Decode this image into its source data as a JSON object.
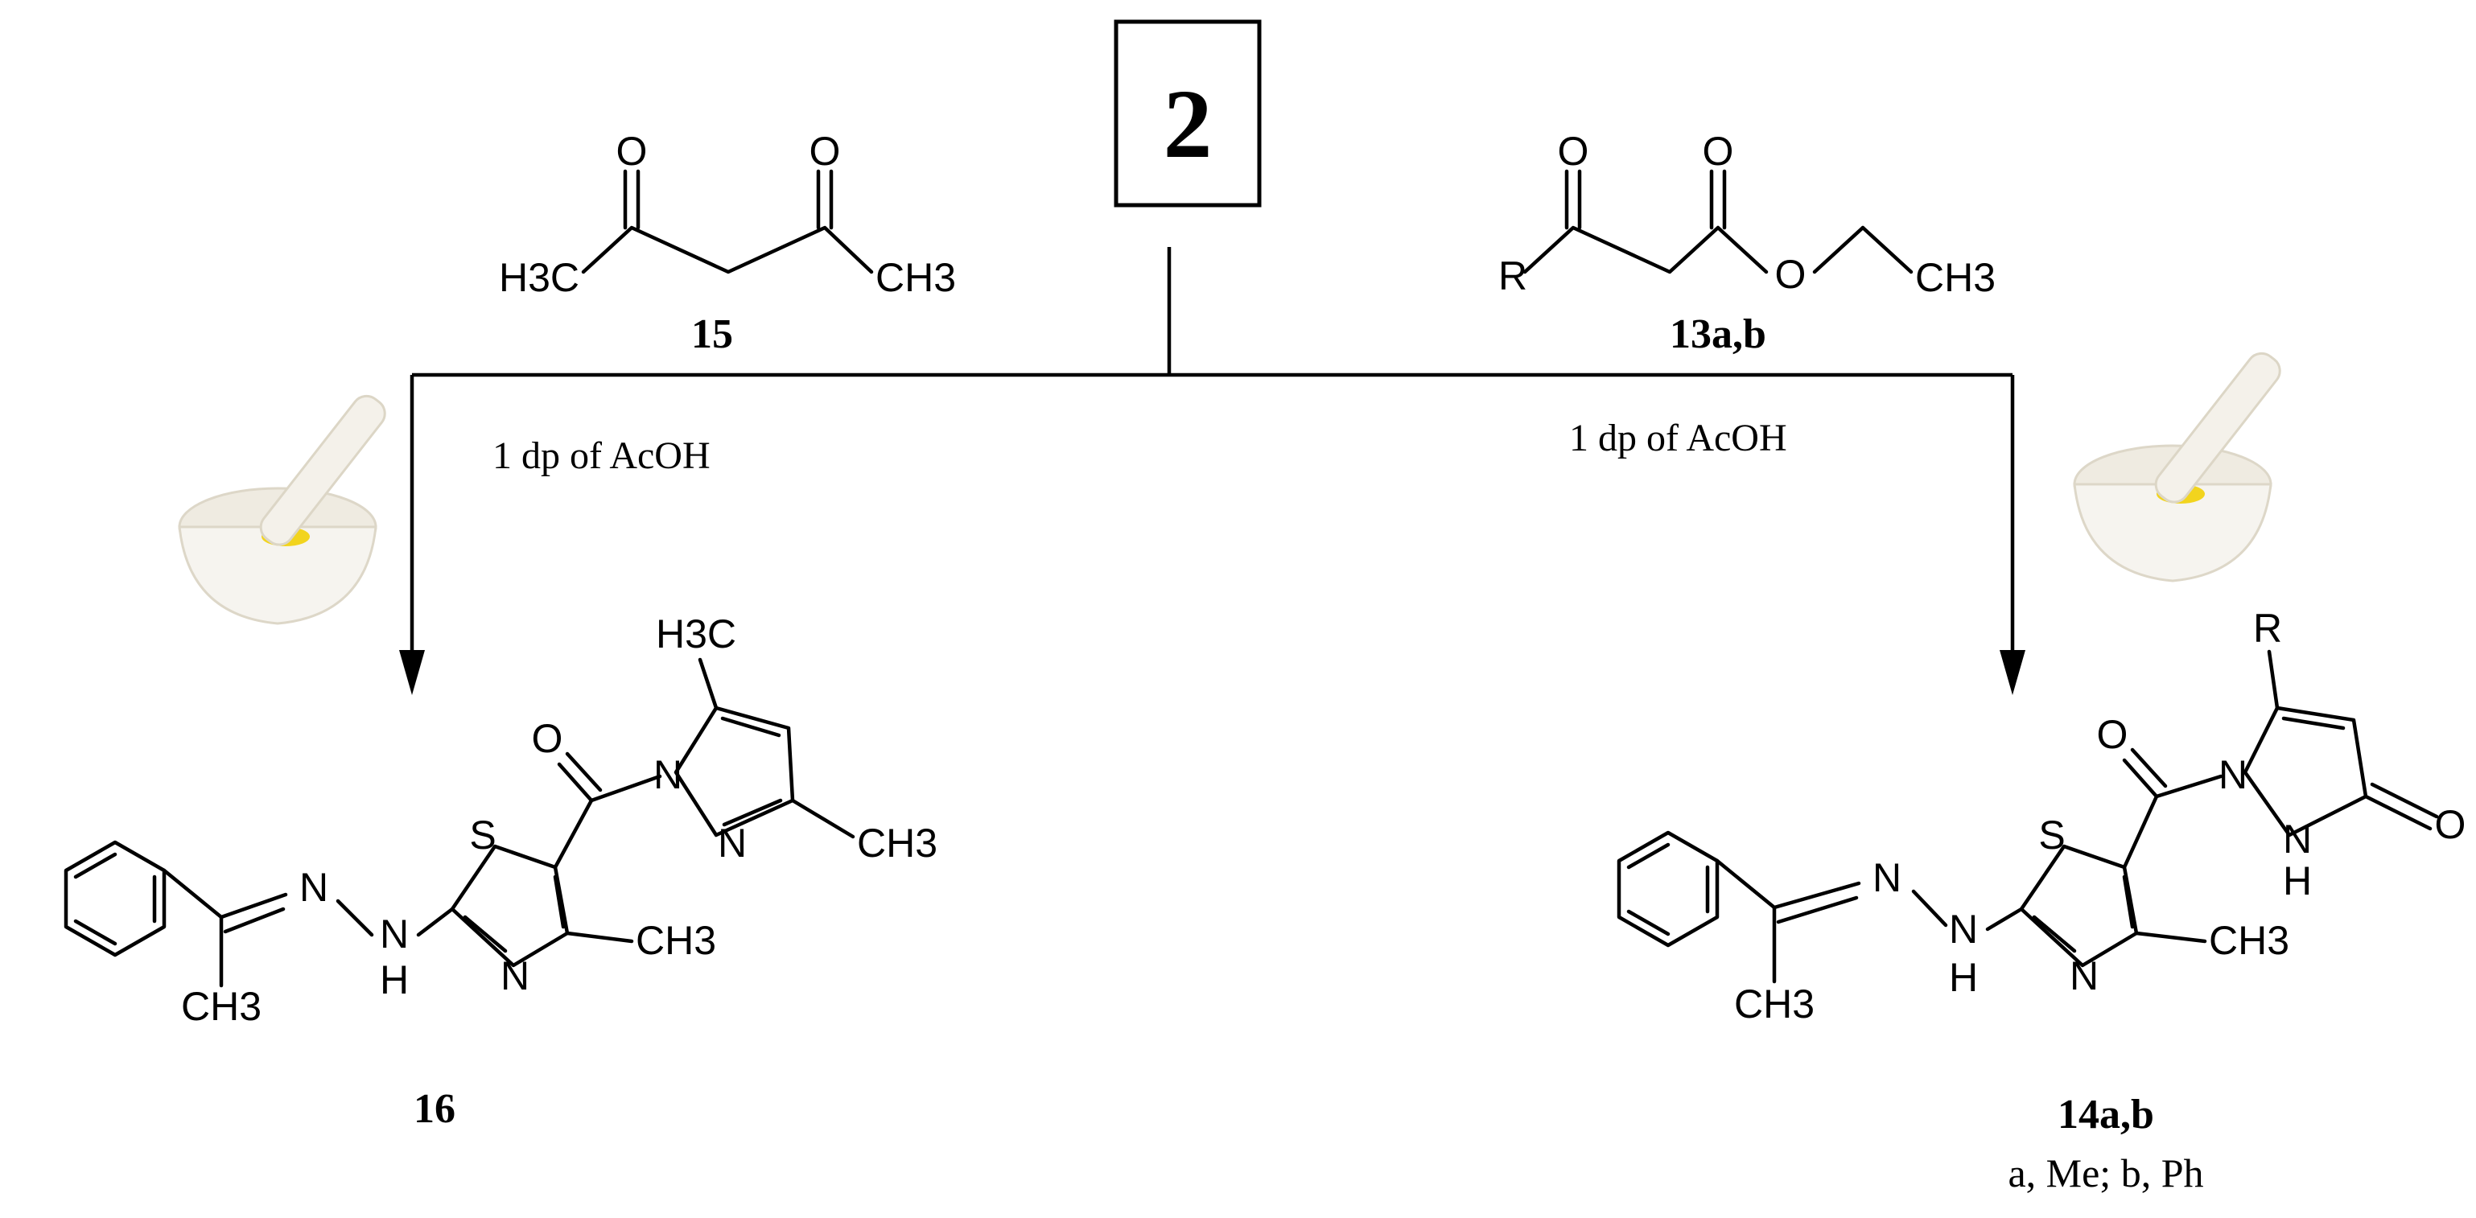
{
  "start_compound": {
    "label": "2"
  },
  "reagent_left": {
    "label": "15",
    "atoms": {
      "o1": "O",
      "o2": "O",
      "ch3_left": "H3C",
      "ch3_right": "CH3"
    }
  },
  "reagent_right": {
    "label": "13a,b",
    "atoms": {
      "o1": "O",
      "o2": "O",
      "o_ester": "O",
      "r": "R",
      "ch3": "CH3"
    }
  },
  "conditions": {
    "left": "1 dp of AcOH",
    "right": "1 dp of AcOH"
  },
  "icons": {
    "mortar_left": "mortar-and-pestle-icon",
    "mortar_right": "mortar-and-pestle-icon"
  },
  "product_left": {
    "label": "16",
    "atoms": {
      "n1": "N",
      "n2": "N",
      "h": "H",
      "ch3_hydrazone": "CH3",
      "s": "S",
      "n_thiazole": "N",
      "ch3_thiazole": "CH3",
      "o": "O",
      "n_pz1": "N",
      "n_pz2": "N",
      "h3c_pz": "H3C",
      "ch3_pz": "CH3"
    }
  },
  "product_right": {
    "label": "14a,b",
    "footnote": "a, Me; b, Ph",
    "atoms": {
      "n1": "N",
      "n2": "N",
      "h": "H",
      "ch3_hydrazone": "CH3",
      "s": "S",
      "n_thiazole": "N",
      "ch3_thiazole": "CH3",
      "o": "O",
      "n_pz1": "N",
      "n_pz2": "N",
      "h_pz": "H",
      "o_pz": "O",
      "r": "R"
    }
  }
}
